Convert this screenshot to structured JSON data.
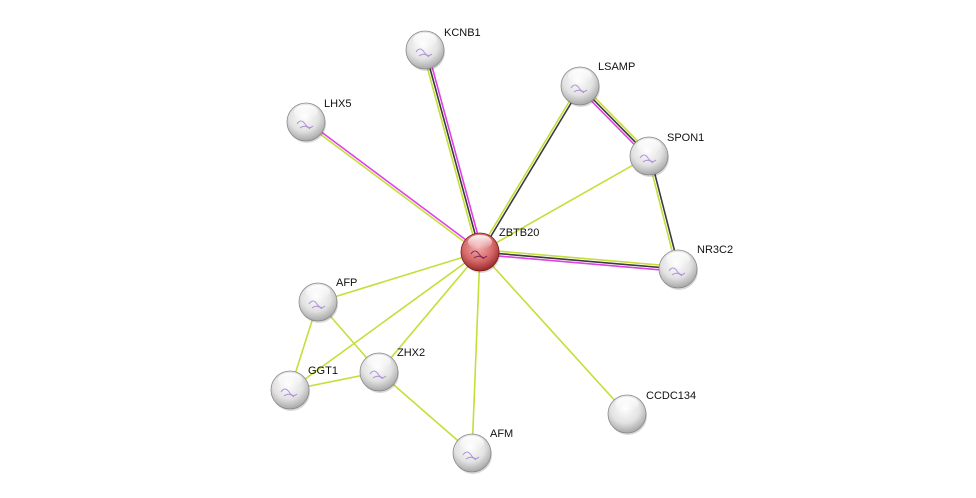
{
  "network": {
    "center_node": "ZBTB20",
    "nodes": [
      {
        "id": "ZBTB20",
        "label": "ZBTB20",
        "query": true
      },
      {
        "id": "KCNB1",
        "label": "KCNB1"
      },
      {
        "id": "LHX5",
        "label": "LHX5"
      },
      {
        "id": "LSAMP",
        "label": "LSAMP"
      },
      {
        "id": "SPON1",
        "label": "SPON1"
      },
      {
        "id": "NR3C2",
        "label": "NR3C2"
      },
      {
        "id": "AFP",
        "label": "AFP"
      },
      {
        "id": "ZHX2",
        "label": "ZHX2"
      },
      {
        "id": "GGT1",
        "label": "GGT1"
      },
      {
        "id": "AFM",
        "label": "AFM"
      },
      {
        "id": "CCDC134",
        "label": "CCDC134"
      }
    ],
    "edges": [
      {
        "source": "ZBTB20",
        "target": "KCNB1",
        "evidence": [
          "textmining",
          "coexpression",
          "experiments"
        ]
      },
      {
        "source": "ZBTB20",
        "target": "LHX5",
        "evidence": [
          "textmining",
          "experiments"
        ]
      },
      {
        "source": "ZBTB20",
        "target": "LSAMP",
        "evidence": [
          "textmining",
          "coexpression"
        ]
      },
      {
        "source": "LSAMP",
        "target": "SPON1",
        "evidence": [
          "textmining",
          "coexpression",
          "experiments"
        ]
      },
      {
        "source": "ZBTB20",
        "target": "SPON1",
        "evidence": [
          "textmining"
        ]
      },
      {
        "source": "SPON1",
        "target": "NR3C2",
        "evidence": [
          "coexpression",
          "textmining"
        ]
      },
      {
        "source": "ZBTB20",
        "target": "NR3C2",
        "evidence": [
          "textmining",
          "coexpression",
          "experiments"
        ]
      },
      {
        "source": "ZBTB20",
        "target": "AFP",
        "evidence": [
          "textmining"
        ]
      },
      {
        "source": "ZBTB20",
        "target": "ZHX2",
        "evidence": [
          "textmining"
        ]
      },
      {
        "source": "ZBTB20",
        "target": "GGT1",
        "evidence": [
          "textmining"
        ]
      },
      {
        "source": "ZBTB20",
        "target": "AFM",
        "evidence": [
          "textmining"
        ]
      },
      {
        "source": "ZBTB20",
        "target": "CCDC134",
        "evidence": [
          "textmining"
        ]
      },
      {
        "source": "AFP",
        "target": "GGT1",
        "evidence": [
          "textmining"
        ]
      },
      {
        "source": "AFP",
        "target": "ZHX2",
        "evidence": [
          "textmining"
        ]
      },
      {
        "source": "GGT1",
        "target": "ZHX2",
        "evidence": [
          "textmining"
        ]
      },
      {
        "source": "ZHX2",
        "target": "AFM",
        "evidence": [
          "textmining"
        ]
      }
    ],
    "evidence_colors": {
      "textmining": "#c6dd3a",
      "coexpression": "#3c3c3c",
      "experiments": "#e040e8"
    },
    "node_colors": {
      "query": "#d05a5a",
      "default": "#e4e4e4"
    }
  }
}
